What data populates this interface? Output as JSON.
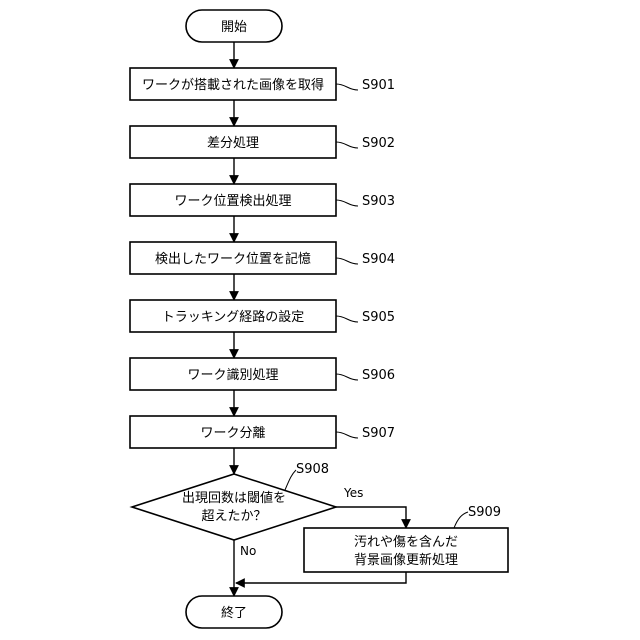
{
  "start": {
    "label": "開始"
  },
  "end": {
    "label": "終了"
  },
  "steps": [
    {
      "id": "S901",
      "label": "ワークが搭載された画像を取得"
    },
    {
      "id": "S902",
      "label": "差分処理"
    },
    {
      "id": "S903",
      "label": "ワーク位置検出処理"
    },
    {
      "id": "S904",
      "label": "検出したワーク位置を記憶"
    },
    {
      "id": "S905",
      "label": "トラッキング経路の設定"
    },
    {
      "id": "S906",
      "label": "ワーク識別処理"
    },
    {
      "id": "S907",
      "label": "ワーク分離"
    }
  ],
  "decision": {
    "id": "S908",
    "line1": "出現回数は閾値を",
    "line2": "超えたか？",
    "yes": "Yes",
    "no": "No"
  },
  "update_step": {
    "id": "S909",
    "line1": "汚れや傷を含んだ",
    "line2": "背景画像更新処理"
  }
}
